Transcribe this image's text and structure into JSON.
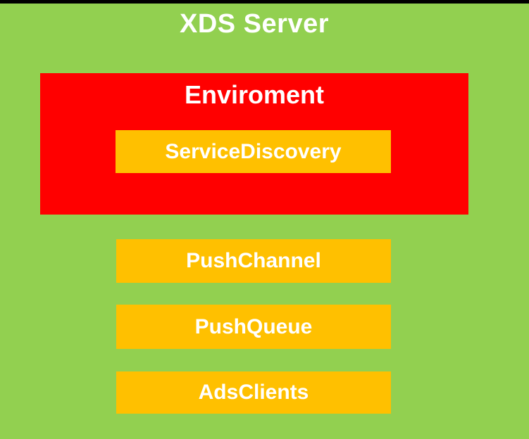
{
  "title": "XDS Server",
  "environment": {
    "label": "Enviroment",
    "children": [
      {
        "label": "ServiceDiscovery"
      }
    ]
  },
  "components": [
    {
      "label": "PushChannel"
    },
    {
      "label": "PushQueue"
    },
    {
      "label": "AdsClients"
    }
  ],
  "colors": {
    "background": "#92D050",
    "top_bar": "#000000",
    "environment_box": "#FF0000",
    "component_box": "#FFC000",
    "text": "#FFFFFF"
  }
}
